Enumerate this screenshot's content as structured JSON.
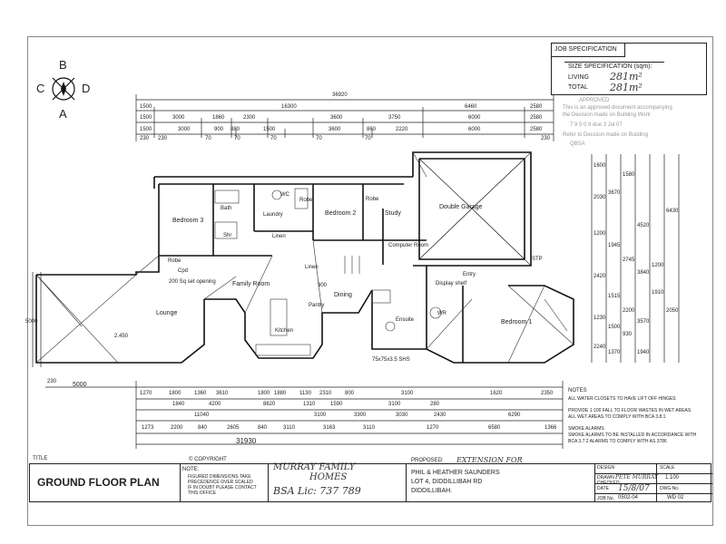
{
  "compass": {
    "north": "B",
    "west": "C",
    "east": "D",
    "south": "A"
  },
  "spec": {
    "heading": "JOB SPECIFICATION",
    "size_heading": "SIZE SPECIFICATION (sqm):",
    "living_label": "LIVING",
    "living_value": "281m²",
    "total_label": "TOTAL",
    "total_value": "281m²"
  },
  "approval_stamp": {
    "line1": "APPROVED",
    "line2": "This is an approved document accompanying",
    "line3": "the Decision made on Building Work",
    "line4": "7 9 5 0 8   due  3 Jul 07",
    "line5": "Refer to Decision made on Building",
    "line6": "QBSA"
  },
  "dims_top": {
    "overall": "36920",
    "row1": [
      "1500",
      "16300",
      "6460",
      "2580"
    ],
    "row2": [
      "1500",
      "3000",
      "1860",
      "2300",
      "3600",
      "3750",
      "6000",
      "2580"
    ],
    "row3": [
      "1500",
      "3000",
      "900",
      "880",
      "1500",
      "3600",
      "860",
      "2220",
      "6000",
      "2580"
    ],
    "row4": [
      "230",
      "230",
      "70",
      "70",
      "70",
      "70",
      "70",
      "230"
    ]
  },
  "rooms": {
    "bedroom3": "Bedroom 3",
    "bath": "Bath",
    "laundry": "Laundry",
    "bedroom2": "Bedroom 2",
    "study": "Study",
    "double_garage": "Double Garage",
    "computer_room": "Computer Room",
    "linen": "Linen",
    "robe1": "Robe",
    "robe2": "Robe",
    "robe3": "Robe",
    "wc": "WC",
    "family_room": "Family Room",
    "dining": "Dining",
    "kitchen": "Kitchen",
    "pantry": "Pantry",
    "lounge": "Lounge",
    "ensuite": "Ensuite",
    "wr": "WR",
    "entry": "Entry",
    "display_shelf": "Display shelf",
    "bedroom1": "Bedroom 1",
    "linen2": "Linen",
    "sq_set": "200 Sq set opening",
    "shr": "Shr",
    "cpd": "Cpd"
  },
  "dims_right": [
    "1600",
    "2030",
    "3670",
    "6430",
    "1580",
    "1200",
    "1945",
    "2745",
    "3840",
    "2420",
    "1515",
    "2200",
    "4520",
    "1230",
    "930",
    "2240",
    "3570",
    "1500",
    "1910",
    "1370",
    "1200",
    "1940",
    "2050"
  ],
  "dims_bottom": {
    "row1": [
      "1270",
      "1800",
      "1360",
      "3610",
      "1800",
      "1880",
      "1130",
      "2310",
      "800",
      "3100",
      "1620",
      "2350"
    ],
    "row2": [
      "230",
      "1840",
      "4200",
      "8620",
      "1310",
      "1590",
      "3100",
      "280"
    ],
    "row3": [
      "5000",
      "11040",
      "3100",
      "3300",
      "3030",
      "2430",
      "6290"
    ],
    "row4": [
      "1273",
      "2200",
      "840",
      "2605",
      "840",
      "3110",
      "3163",
      "3110",
      "1270",
      "6580",
      "1366"
    ],
    "overall": "31930",
    "left": "5000"
  },
  "notes": {
    "heading": "NOTES",
    "n1": "ALL WATER CLOSETS TO HAVE LIFT OFF HINGES",
    "n2": "PROVIDE 1:100 FALL TO FLOOR WASTES IN WET AREAS",
    "n3": "ALL WET AREAS TO COMPLY WITH BCA 3.8.1",
    "n4": "SMOKE ALARMS",
    "n5": "SMOKE ALARMS TO BE INSTALLED IN ACCORDANCE WITH",
    "n6": "BCA 3.7.2 ALARMS TO COMPLY WITH AS 3786"
  },
  "title_block": {
    "title_label": "TITLE",
    "title": "GROUND FLOOR PLAN",
    "copyright": "© COPYRIGHT",
    "note_label": "NOTE:",
    "note1": "FIGURED DIMENSIONS TAKE",
    "note2": "PRECEDENCE OVER SCALED",
    "note3": "IF IN DOUBT PLEASE CONTACT",
    "note4": "THIS OFFICE",
    "designer1": "MURRAY FAMILY",
    "designer2": "HOMES",
    "bsa": "BSA Lic: 737 789",
    "proposed_label": "PROPOSED:",
    "proposed_value": "EXTENSION FOR",
    "client1": "PHIL & HEATHER SAUNDERS",
    "client2": "LOT 4, DIDDILLIBAH RD",
    "client3": "DIDDILLIBAH.",
    "design_label": "DESIGN",
    "drawn_label": "DRAWN",
    "drawn_value": "PETE MURRAY",
    "checked_label": "CHECKED",
    "date_label": "DATE",
    "date_value": "15/8/07",
    "job_label": "JOB No.",
    "job_value": "0502-04",
    "scale_label": "SCALE",
    "scale_value": "1:100",
    "dwg_label": "DWG No.",
    "dwg_value": "WD 02"
  },
  "misc": {
    "window_note": "75x75x3.5 SHS",
    "stp": "STP",
    "fig_bench": "900",
    "steps": "2.450"
  }
}
